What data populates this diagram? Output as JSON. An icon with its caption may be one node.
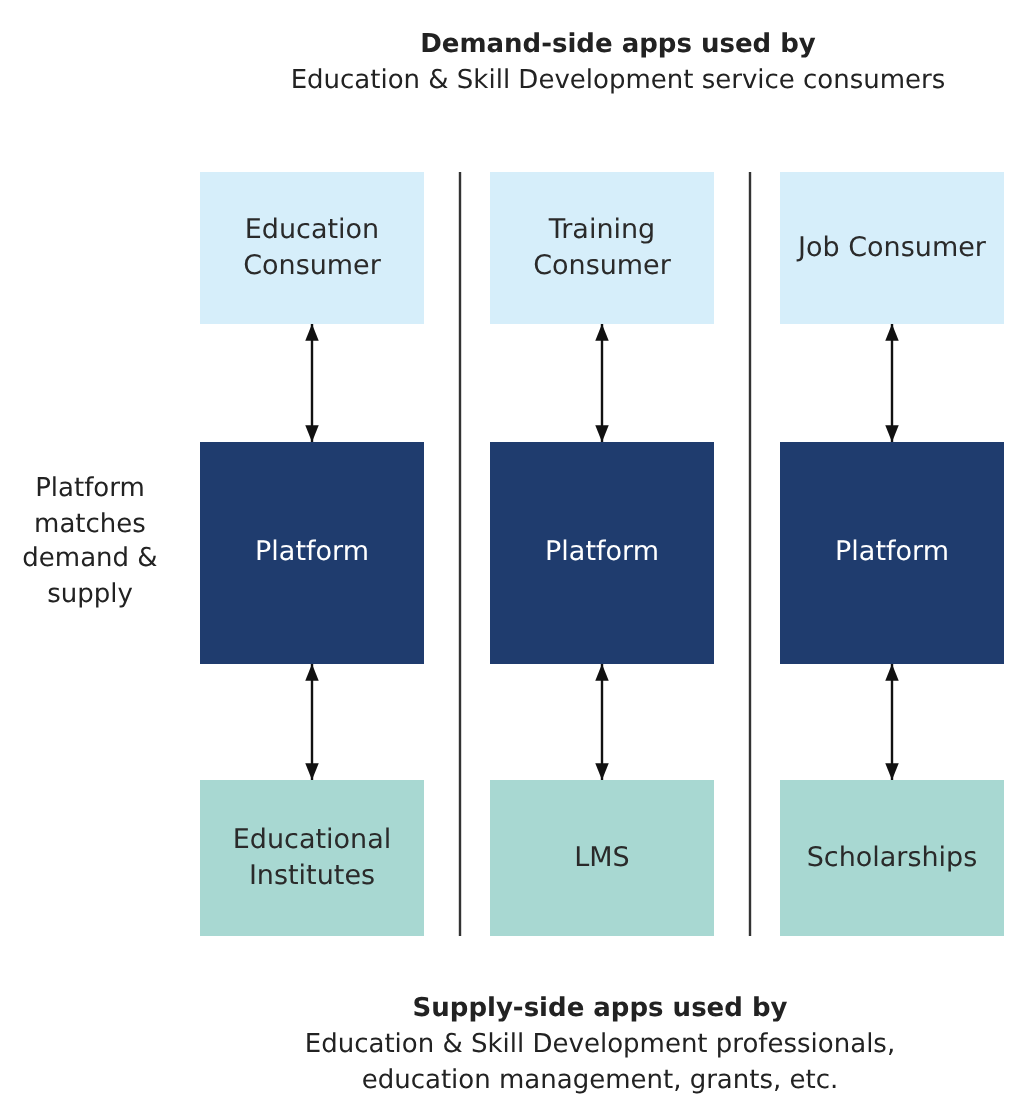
{
  "diagram": {
    "nodes": [
      {
        "text": [
          "Education Consumer"
        ]
      },
      {
        "text": [
          "Training Consumer"
        ]
      },
      {
        "text": [
          "Job Consumer"
        ]
      },
      {
        "text": [
          "Platform"
        ]
      },
      {
        "text": [
          "Platform"
        ]
      },
      {
        "text": [
          "Platform"
        ]
      },
      {
        "text": [
          "Educational Institutes"
        ]
      },
      {
        "text": [
          "LMS"
        ]
      },
      {
        "text": [
          "Scholarships"
        ]
      }
    ],
    "edges": [
      {
        "from": 0,
        "to": 3,
        "arrow": "both"
      },
      {
        "from": 3,
        "to": 6,
        "arrow": "both"
      },
      {
        "from": 1,
        "to": 4,
        "arrow": "both"
      },
      {
        "from": 4,
        "to": 7,
        "arrow": "both"
      },
      {
        "from": 2,
        "to": 5,
        "arrow": "both"
      },
      {
        "from": 5,
        "to": 8,
        "arrow": "both"
      }
    ],
    "labels": [
      "Demand-side apps used by",
      "Education & Skill Development service consumers",
      "Platform matches demand & supply",
      "Supply-side apps used by",
      "Education & Skill Development professionals, education management, grants, etc."
    ]
  }
}
